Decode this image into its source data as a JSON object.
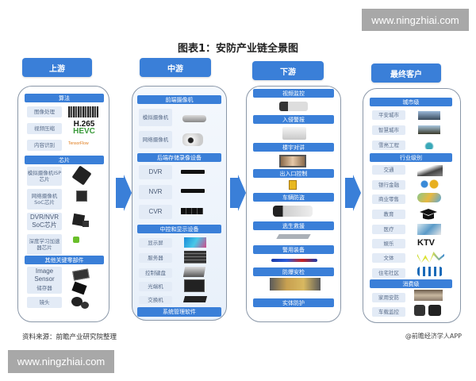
{
  "watermark": {
    "top": "www.ningzhiai.com",
    "bottom": "www.ningzhiai.com"
  },
  "title": "图表1：安防产业链全景图",
  "columns": {
    "upstream": {
      "header": "上游",
      "sections": [
        {
          "title": "算法",
          "items": [
            "图像处理",
            "视频压缩",
            "内容识别"
          ]
        },
        {
          "title": "芯片",
          "items": [
            "模拟摄像机ISP芯片",
            "网络摄像机SoC芯片",
            "DVR/NVR SoC芯片",
            "深度学习加速器芯片"
          ]
        },
        {
          "title": "其他关键零部件",
          "items": [
            "Image Sensor",
            "储存器",
            "镜头"
          ]
        }
      ],
      "image_labels": {
        "h265": "H.265",
        "hevc": "HEVC",
        "tensor": "TensorFlow"
      }
    },
    "midstream": {
      "header": "中游",
      "sections": [
        {
          "title": "前端摄像机",
          "items": [
            "模拟摄像机",
            "网络摄像机"
          ]
        },
        {
          "title": "后端存储录像设备",
          "items": [
            "DVR",
            "NVR",
            "CVR"
          ]
        },
        {
          "title": "中控和显示设备",
          "items": [
            "显示屏",
            "服务器",
            "控制键盘",
            "光端机",
            "交换机"
          ]
        },
        {
          "title": "系统管理软件",
          "items": []
        }
      ]
    },
    "downstream": {
      "header": "下游",
      "sections": [
        "视频监控",
        "入侵警报",
        "楼宇对讲",
        "出入口控制",
        "车辆防盗",
        "逃生救援",
        "警用装备",
        "防爆安检",
        "实体防护"
      ]
    },
    "end_customers": {
      "header": "最终客户",
      "sections": [
        {
          "title": "城市级",
          "items": [
            "平安城市",
            "智慧城市",
            "雪亮工程"
          ]
        },
        {
          "title": "行业级别",
          "items": [
            "交通",
            "银行金融",
            "商业零售",
            "教育",
            "医疗",
            "娱乐",
            "文体",
            "住宅社区"
          ]
        },
        {
          "title": "消费级",
          "items": [
            "家用安防",
            "车载监控"
          ]
        }
      ],
      "image_labels": {
        "ktv": "KTV"
      }
    }
  },
  "footer": {
    "source": "资料来源：前瞻产业研究院整理",
    "credit": "@前瞻经济学人APP"
  },
  "colors": {
    "accent": "#3a7fd8",
    "label_bg": "#e3ebf6",
    "panel_border": "#8a97a8"
  }
}
